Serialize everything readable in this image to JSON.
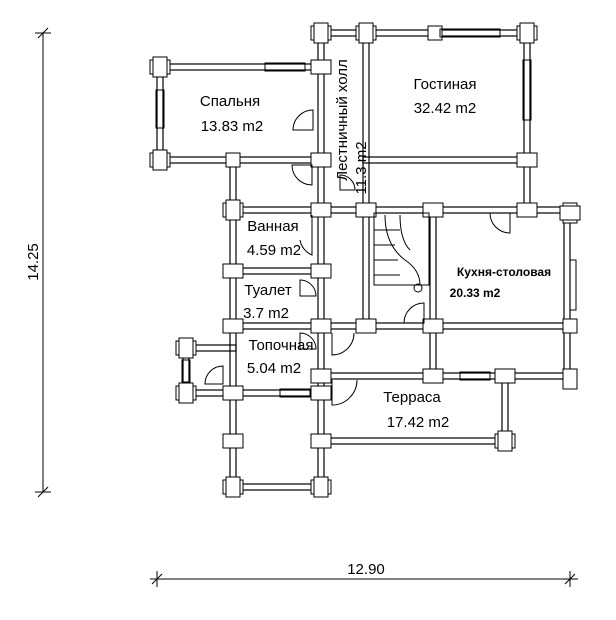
{
  "rooms": [
    {
      "id": "bedroom",
      "name": "Спальня",
      "area": "13.83 m2"
    },
    {
      "id": "living",
      "name": "Гостиная",
      "area": "32.42 m2"
    },
    {
      "id": "hall",
      "name": "Лестничный холл",
      "area": "11.3 m2"
    },
    {
      "id": "bath",
      "name": "Ванная",
      "area": "4.59 m2"
    },
    {
      "id": "wc",
      "name": "Туалет",
      "area": "3.7 m2"
    },
    {
      "id": "kitchen",
      "name": "Кухня-столовая",
      "area": "20.33 m2"
    },
    {
      "id": "boiler",
      "name": "Топочная",
      "area": "5.04 m2"
    },
    {
      "id": "terrace",
      "name": "Терраса",
      "area": "17.42 m2"
    }
  ],
  "dimensions": {
    "height": "14.25",
    "width": "12.90"
  }
}
